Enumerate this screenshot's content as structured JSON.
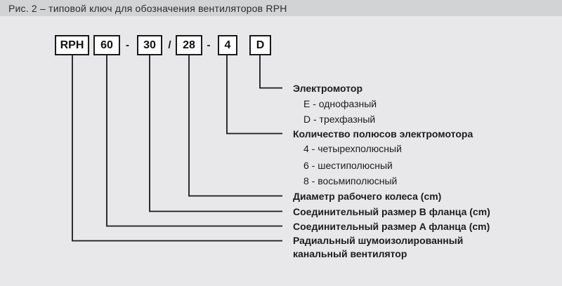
{
  "figure": {
    "title": "Рис. 2 – типовой ключ для обозначения вентиляторов RPH"
  },
  "code": {
    "boxes": [
      {
        "value": "RPH"
      },
      {
        "value": "60"
      },
      {
        "value": "30"
      },
      {
        "value": "28"
      },
      {
        "value": "4"
      },
      {
        "value": "D"
      }
    ],
    "separators": [
      "-",
      "/",
      "-"
    ]
  },
  "legend": {
    "rows": [
      {
        "text": "Электромотор",
        "kind": "header"
      },
      {
        "text": "E - однофазный",
        "kind": "option"
      },
      {
        "text": "D - трехфазный",
        "kind": "option"
      },
      {
        "text": "Количество полюсов электромотора",
        "kind": "header"
      },
      {
        "text": "4 - четырехполюсный",
        "kind": "option"
      },
      {
        "text": "6 - шестиполюсный",
        "kind": "option"
      },
      {
        "text": "8 - восьмиполюсный",
        "kind": "option"
      },
      {
        "text": "Диаметр рабочего колеса (cm)",
        "kind": "header"
      },
      {
        "text": "Соединительный размер B фланца (cm)",
        "kind": "header"
      },
      {
        "text": "Соединительный размер A фланца (cm)",
        "kind": "header"
      },
      {
        "text": "Радиальный шумоизолированный",
        "kind": "header"
      },
      {
        "text": "канальный вентилятор",
        "kind": "header"
      }
    ]
  },
  "colors": {
    "banner": "#d2d3d4",
    "background": "#e8e8ea",
    "line": "#1a1a1a",
    "box_background": "#fdfdfd",
    "text": "#1c1c1c"
  }
}
